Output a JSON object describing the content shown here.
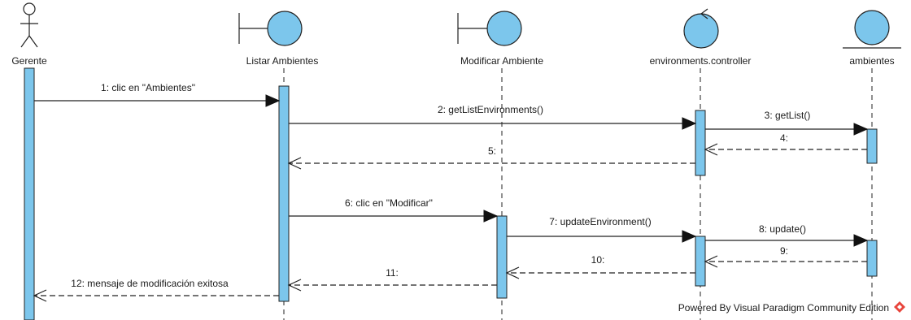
{
  "participants": [
    {
      "id": "gerente",
      "kind": "actor",
      "label": "Gerente"
    },
    {
      "id": "listar",
      "kind": "boundary",
      "label": "Listar Ambientes"
    },
    {
      "id": "modificar",
      "kind": "boundary",
      "label": "Modificar Ambiente"
    },
    {
      "id": "controller",
      "kind": "control",
      "label": "environments.controller"
    },
    {
      "id": "ambientes",
      "kind": "entity",
      "label": "ambientes"
    }
  ],
  "messages": [
    {
      "label": "1: clic en \"Ambientes\"",
      "type": "sync"
    },
    {
      "label": "2: getListEnvironments()",
      "type": "sync"
    },
    {
      "label": "3: getList()",
      "type": "sync"
    },
    {
      "label": "4:",
      "type": "return"
    },
    {
      "label": "5:",
      "type": "return"
    },
    {
      "label": "6: clic en \"Modificar\"",
      "type": "sync"
    },
    {
      "label": "7: updateEnvironment()",
      "type": "sync"
    },
    {
      "label": "8: update()",
      "type": "sync"
    },
    {
      "label": "9:",
      "type": "return"
    },
    {
      "label": "10:",
      "type": "return"
    },
    {
      "label": "11:",
      "type": "return"
    },
    {
      "label": "12: mensaje de modificación exitosa",
      "type": "return"
    }
  ],
  "watermark": {
    "text": "Powered By  Visual Paradigm Community Edition",
    "icon": "visual-paradigm-logo-icon"
  },
  "colors": {
    "fill": "#7cc6ec",
    "stroke": "#222222",
    "logo": "#e8453c"
  }
}
